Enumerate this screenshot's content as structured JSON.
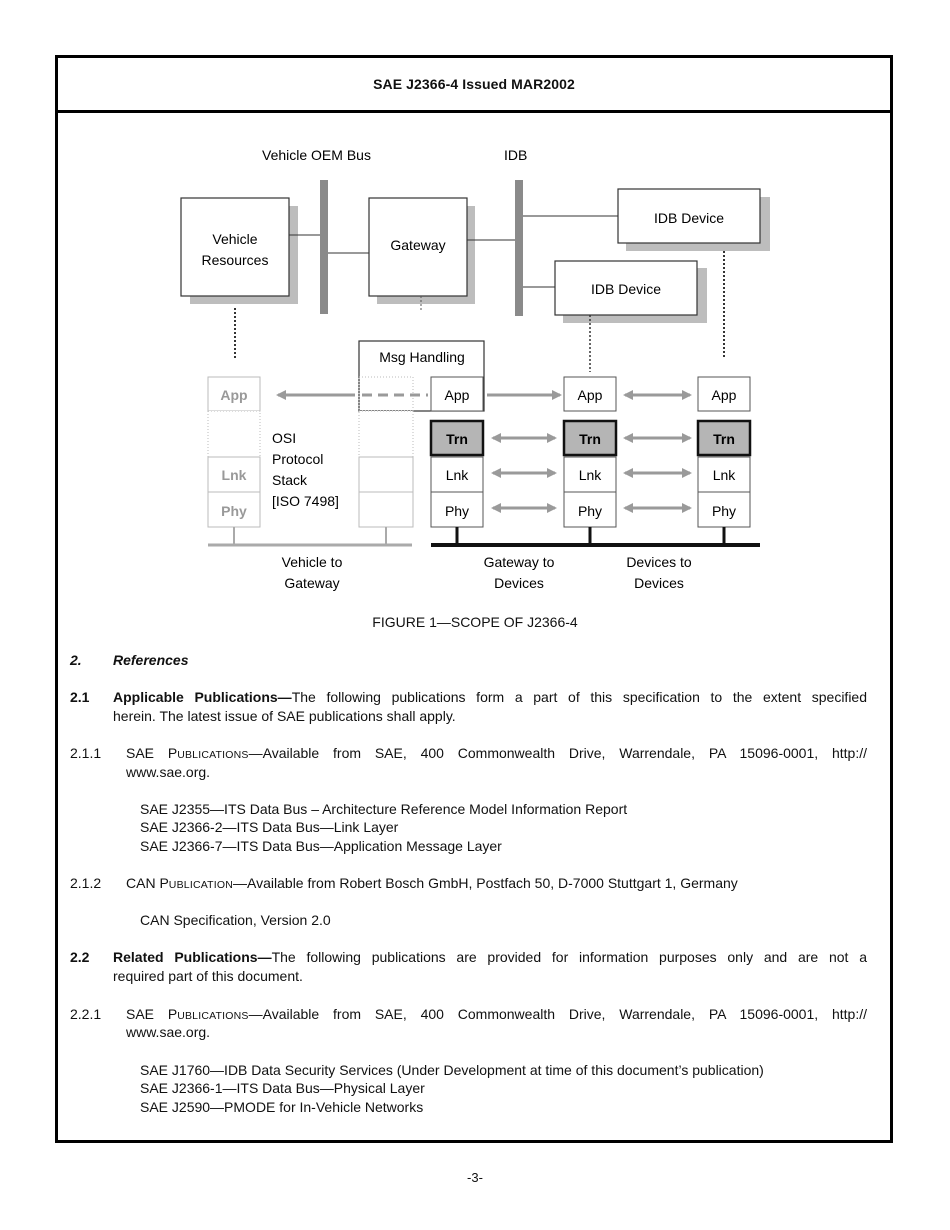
{
  "header": {
    "title": "SAE J2366-4 Issued MAR2002"
  },
  "figure": {
    "bus_labels": {
      "oem": "Vehicle OEM Bus",
      "idb": "IDB"
    },
    "boxes": {
      "vehicle_resources_1": "Vehicle",
      "vehicle_resources_2": "Resources",
      "gateway": "Gateway",
      "idb_device": "IDB Device",
      "msg_handling": "Msg Handling"
    },
    "layers": {
      "app": "App",
      "trn": "Trn",
      "lnk": "Lnk",
      "phy": "Phy"
    },
    "osi_label": [
      "OSI",
      "Protocol",
      "Stack",
      "[ISO 7498]"
    ],
    "bottom_labels": {
      "vehicle_to_gateway": [
        "Vehicle to",
        "Gateway"
      ],
      "gateway_to_devices": [
        "Gateway to",
        "Devices"
      ],
      "devices_to_devices": [
        "Devices to",
        "Devices"
      ]
    },
    "caption": "FIGURE 1—SCOPE OF J2366-4"
  },
  "body": {
    "s2": {
      "num": "2.",
      "title": "References"
    },
    "s21": {
      "num": "2.1",
      "title": "Applicable Publications—",
      "line1": "The following publications form a part of this specification to the extent specified",
      "line2": "herein. The latest issue of SAE publications shall apply."
    },
    "s211": {
      "num": "2.1.1",
      "p1_first": "SAE P",
      "p1_sc": "UBLICATIONS",
      "p1_rest": "—Available from SAE, 400 Commonwealth Drive, Warrendale, PA 15096-0001, http://",
      "line2": "www.sae.org.",
      "refs": [
        "SAE J2355—ITS Data Bus – Architecture Reference Model Information Report",
        "SAE J2366-2—ITS Data Bus—Link Layer",
        "SAE J2366-7—ITS Data Bus—Application Message Layer"
      ]
    },
    "s212": {
      "num": "2.1.2",
      "p1_first": "CAN P",
      "p1_sc": "UBLICATION",
      "p1_rest": "—Available from Robert Bosch GmbH, Postfach 50, D-7000 Stuttgart 1, Germany",
      "refs": [
        "CAN Specification, Version 2.0"
      ]
    },
    "s22": {
      "num": "2.2",
      "title": "Related Publications—",
      "line1": "The following publications are provided for information purposes only and are not a",
      "line2": "required part of this document."
    },
    "s221": {
      "num": "2.2.1",
      "p1_first": "SAE P",
      "p1_sc": "UBLICATIONS",
      "p1_rest": "—Available from SAE, 400 Commonwealth Drive, Warrendale, PA 15096-0001, http://",
      "line2": "www.sae.org.",
      "refs": [
        "SAE J1760—IDB Data Security Services (Under Development at time of this document’s publication)",
        "SAE J2366-1—ITS Data Bus—Physical Layer",
        "SAE J2590—PMODE for In-Vehicle Networks"
      ]
    }
  },
  "footer": {
    "page": "-3-"
  }
}
